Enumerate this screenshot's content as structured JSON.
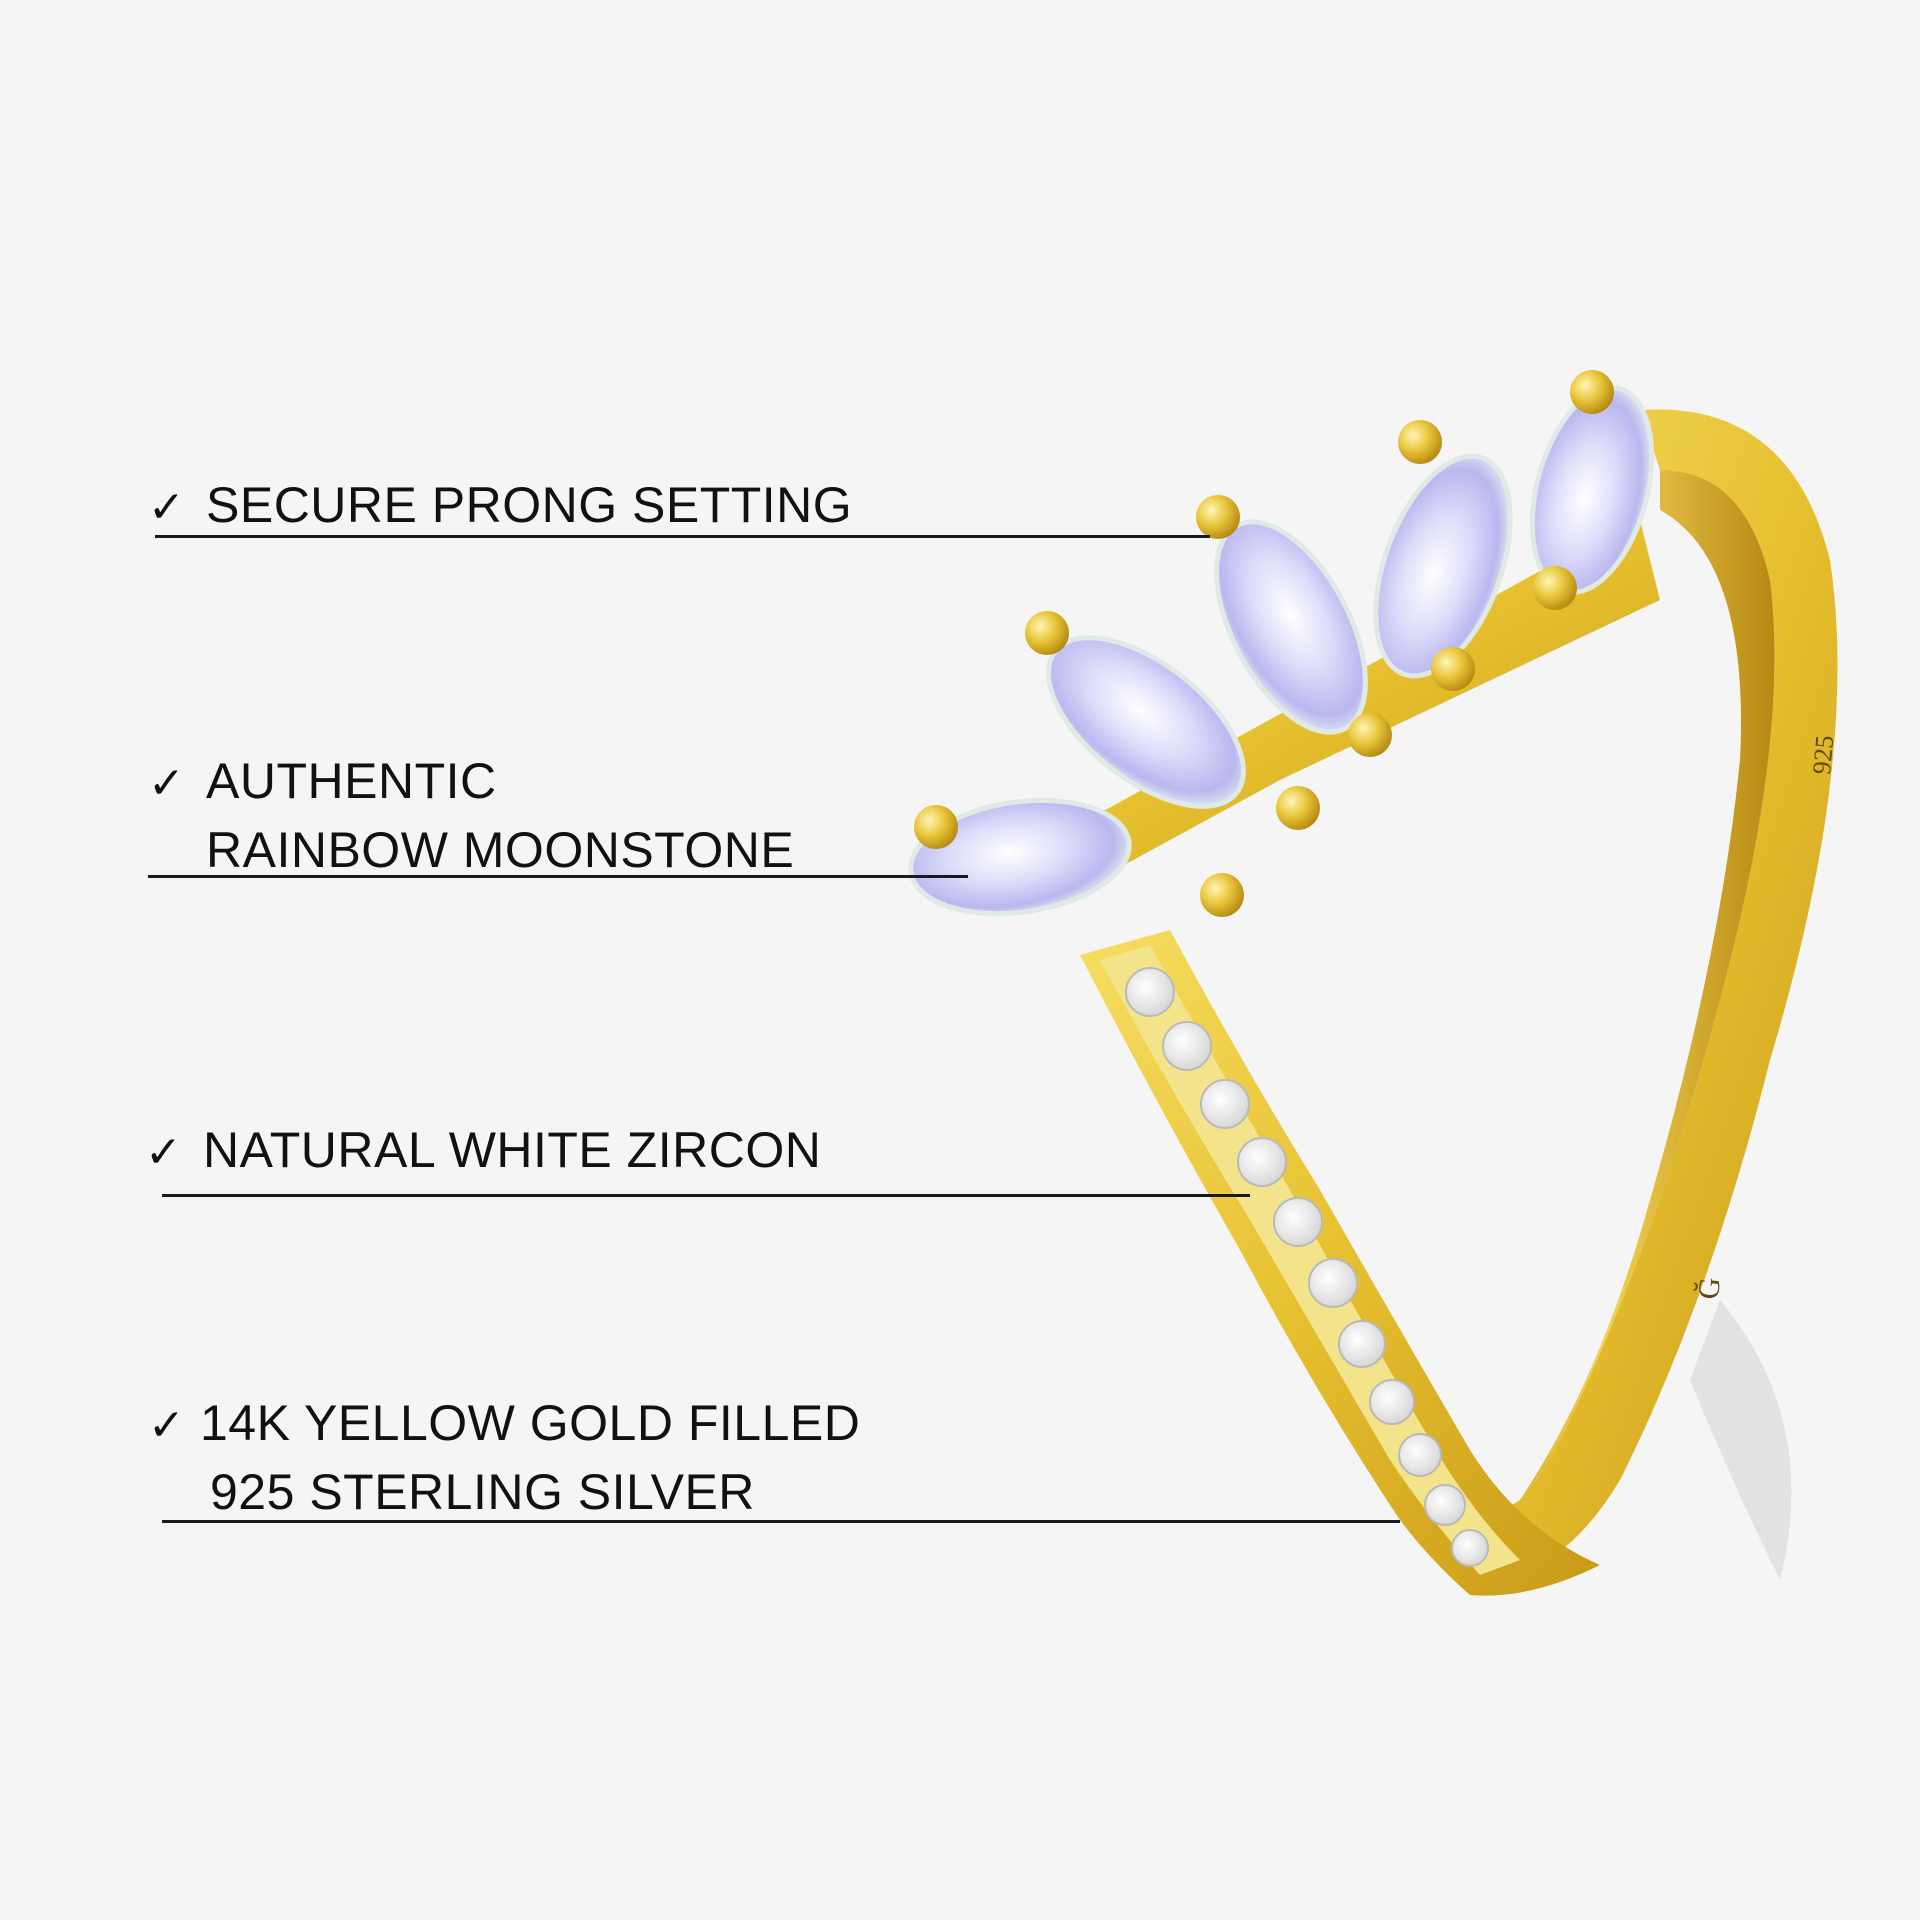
{
  "features": [
    {
      "check": "✓",
      "lines": [
        "SECURE PRONG SETTING"
      ]
    },
    {
      "check": "✓",
      "lines": [
        "AUTHENTIC",
        "RAINBOW MOONSTONE"
      ]
    },
    {
      "check": "✓",
      "lines": [
        "NATURAL WHITE ZIRCON"
      ]
    },
    {
      "check": "✓",
      "lines": [
        "14K YELLOW GOLD FILLED",
        "925 STERLING SILVER"
      ]
    }
  ],
  "ring": {
    "stamp": "925",
    "logo": "Ğ",
    "metal_color": "#e8c53a",
    "stone_color": "#c9c8f5"
  }
}
